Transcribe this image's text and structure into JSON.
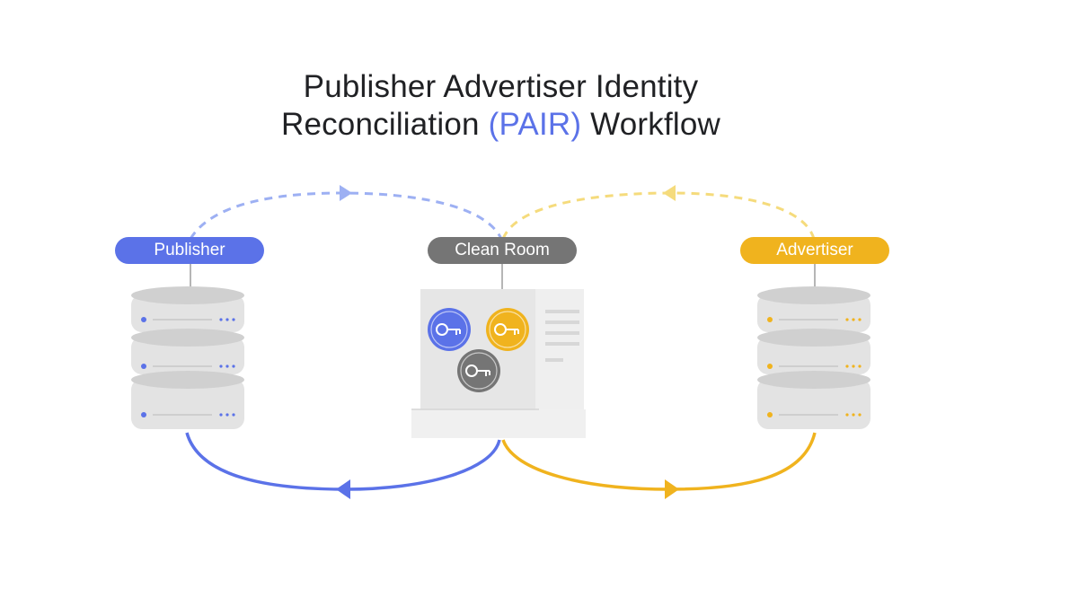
{
  "title": {
    "line1": "Publisher Advertiser Identity",
    "line2_before": "Reconciliation",
    "line2_accent": "(PAIR)",
    "line2_after": "Workflow"
  },
  "labels": {
    "publisher": "Publisher",
    "clean_room": "Clean Room",
    "advertiser": "Advertiser"
  },
  "colors": {
    "publisher": "#5b72e8",
    "clean_room": "#757575",
    "advertiser": "#f0b31e",
    "publisher_dashed": "#9db0f3",
    "advertiser_dashed": "#f5db7c"
  },
  "icons": {
    "publisher_key": "key-icon",
    "advertiser_key": "key-icon",
    "combined_key": "key-icon",
    "database": "database-icon",
    "server_panel": "document-icon"
  }
}
